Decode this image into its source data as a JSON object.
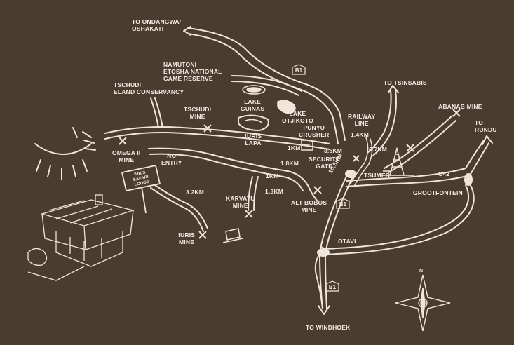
{
  "map": {
    "background": "#4a3c2e",
    "line_color": "#efe6d9",
    "labels": {
      "to_ondangwa": "TO ONDANGWA/\nOSHAKATI",
      "namutoni": "NAMUTONI\nETOSHA NATIONAL\nGAME RESERVE",
      "tschudi_eland": "TSCHUDI\nELAND CONSERVANCY",
      "tschudi_mine": "TSCHUDI\nMINE",
      "lake_guinas": "LAKE\nGUINAS",
      "lake_otjikoto": "LAKE\nOTJIKOTO",
      "uris_lapa": "!URIS\nLAPA",
      "punyu_crusher": "PUNYU\nCRUSHER",
      "omega_mine": "OMEGA II\nMINE",
      "no_entry": "NO\nENTRY",
      "security_gate": "SECURITY\nGATE",
      "railway_line": "RAILWAY\nLINE",
      "to_tsinsabis": "TO TSINSABIS",
      "abanab_mine": "ABANAB MINE",
      "to_rundu": "TO\nRUNDU",
      "tsumeb": "TSUMEB",
      "c42": "C42",
      "grootfontein": "GROOTFONTEIN",
      "karvatu_mine": "KARVATU\nMINE",
      "alt_bobos_mine": "ALT BOBOS\nMINE",
      "uris_mine": "!URIS\nMINE",
      "otavi": "OTAVI",
      "to_windhoek": "TO WINDHOEK",
      "compass_n": "N"
    },
    "distances": {
      "d_1km_a": "1km",
      "d_1_8km": "1.8km",
      "d_1km_b": "1km",
      "d_3_2km": "3.2km",
      "d_1_3km": "1.3km",
      "d_8_6km": "8.6km",
      "d_1_4km": "1.4km",
      "d_6_7km": "6.7km",
      "d_10_5km": "10.5km"
    },
    "road_shields": {
      "b1_north": "B1",
      "b1_middle": "B1",
      "b1_south": "B1"
    },
    "lodge_sign": "!URIS\nSAFARI\nLODGE"
  }
}
